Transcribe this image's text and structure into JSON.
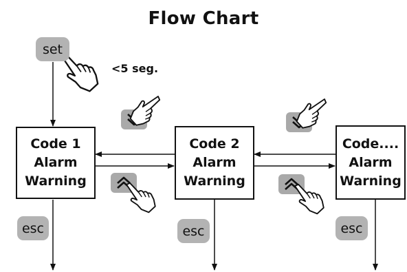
{
  "title": "Flow Chart",
  "nodes": [
    {
      "line1": "Code 1",
      "line2": "Alarm",
      "line3": "Warning"
    },
    {
      "line1": "Code 2",
      "line2": "Alarm",
      "line3": "Warning"
    },
    {
      "line1": "Code....",
      "line2": "Alarm",
      "line3": "Warning"
    }
  ],
  "buttons": {
    "set": "set",
    "esc": "esc"
  },
  "timing_note": "<5 seg.",
  "icons": [
    "hand-pointer-icon",
    "double-chevron-down-icon",
    "double-chevron-up-icon"
  ],
  "colors": {
    "button_gray": "#b3b3b3",
    "line": "#111111"
  }
}
